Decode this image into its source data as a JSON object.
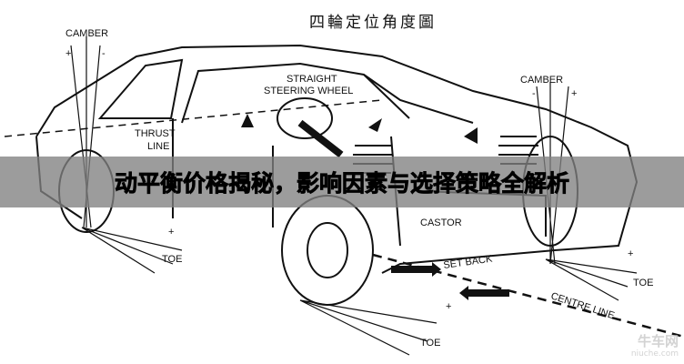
{
  "diagram": {
    "title": "四輪定位角度圖",
    "labels": {
      "camber_left": "CAMBER",
      "camber_right": "CAMBER",
      "steering": "STRAIGHT",
      "steering2": "STEERING WHEEL",
      "thrust": "THRUST",
      "thrust2": "LINE",
      "castor": "CASTOR",
      "toe_left": "TOE",
      "toe_center": "TOE",
      "toe_right": "TOE",
      "set_back": "SET BACK",
      "centre_line": "CENTRE LINE",
      "plus": "+",
      "minus": "-"
    }
  },
  "banner": {
    "text": "动平衡价格揭秘，影响因素与选择策略全解析"
  },
  "watermark": {
    "brand": "牛车网",
    "domain": "niuche.com"
  }
}
